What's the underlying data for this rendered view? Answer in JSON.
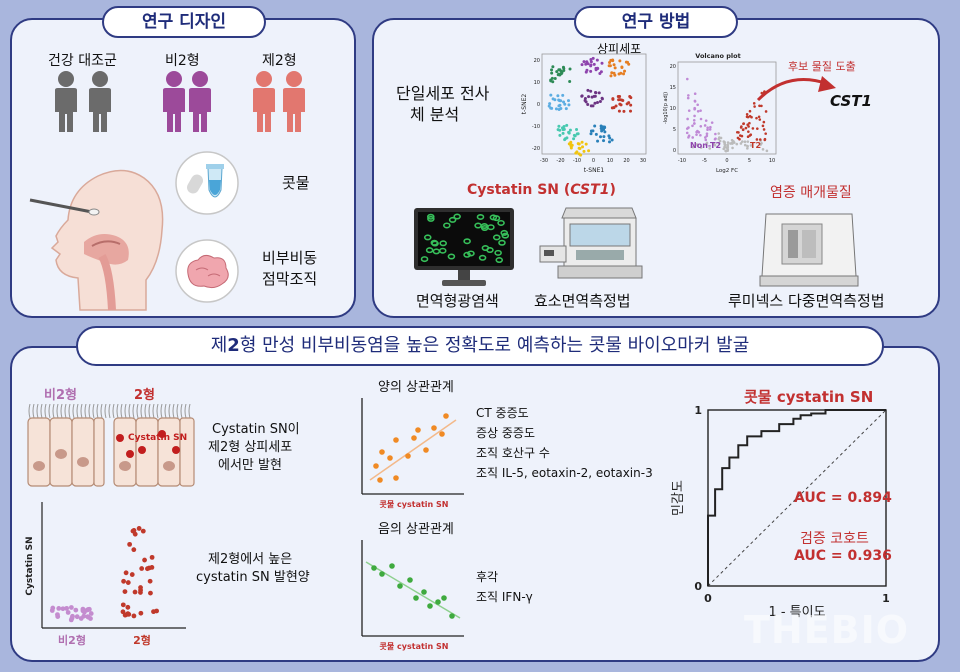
{
  "design": {
    "title": "연구 디자인",
    "groups": [
      "건강 대조군",
      "비2형",
      "제2형"
    ],
    "sample_snot": "콧물",
    "sample_tissue_1": "비부비동",
    "sample_tissue_2": "점막조직"
  },
  "methods": {
    "title": "연구 방법",
    "sc_line1": "단일세포 전사",
    "sc_line2": "체 분석",
    "tsne_title": "상피세포",
    "tsne_xlabel": "t-SNE1",
    "tsne_ylabel": "t-SNE2",
    "tsne_xticks": [
      "-30",
      "-20",
      "-10",
      "0",
      "10",
      "20",
      "30"
    ],
    "tsne_yticks": [
      "20",
      "10",
      "0",
      "-10",
      "-20"
    ],
    "volcano_title": "Volcano plot",
    "volcano_xlabel": "Log2 FC",
    "volcano_ylabel": "-log10(p adj)",
    "volcano_xticks": [
      "-10",
      "-5",
      "0",
      "5",
      "10"
    ],
    "volcano_yticks": [
      "20",
      "15",
      "10",
      "5",
      "0"
    ],
    "volcano_left": "Non-T2",
    "volcano_right": "T2",
    "candidate_label": "후보 물질 도출",
    "candidate_gene": "CST1",
    "cystatin_pre": "Cystatin SN (",
    "cystatin_gene": "CST1",
    "cystatin_post": ")",
    "mediators": "염증 매개물질",
    "method_if": "면역형광염색",
    "method_elisa": "효소면역측정법",
    "method_luminex": "루미넥스 다중면역측정법"
  },
  "banner": {
    "pre": "제",
    "bold": "2",
    "post": "형 만성 비부비동염을 높은 정확도로 예측하는 콧물 바이오마커 발굴"
  },
  "results": {
    "epi_label_non": "비2형",
    "epi_label_t2": "2형",
    "epi_cell_label": "Cystatin SN",
    "epi_text_1": "Cystatin SN이",
    "epi_text_2": "제2형 상피세포",
    "epi_text_3": "에서만 발현",
    "dot_ylabel": "Cystatin SN",
    "dot_x_non": "비2형",
    "dot_x_t2": "2형",
    "dot_text_1": "제2형에서 높은",
    "dot_text_2": "cystatin SN 발현양",
    "pos_title": "양의 상관관계",
    "pos_xlabel": "콧물 cystatin SN",
    "pos_items": [
      "CT 중증도",
      "증상 중증도",
      "조직 호산구 수",
      "조직 IL-5, eotaxin-2, eotaxin-3"
    ],
    "neg_title": "음의 상관관계",
    "neg_xlabel": "콧물 cystatin SN",
    "neg_items": [
      "후각",
      "조직 IFN-γ"
    ],
    "roc_title": "콧물 cystatin SN",
    "roc_ylabel": "민감도",
    "roc_xlabel": "1 - 특이도",
    "roc_auc": "AUC = 0.894",
    "roc_val_title": "검증 코호트",
    "roc_val_auc": "AUC = 0.936",
    "roc_tick_1": "1",
    "roc_tick_0": "0",
    "roc_tick_x1": "1"
  },
  "watermark": "THEBIO",
  "colors": {
    "border": "#2f3b83",
    "panel": "#eef2fb",
    "background": "#a9b6dd",
    "healthy": "#6b6b6b",
    "non_t2": "#9c4a9a",
    "t2": "#e2776f",
    "accent_red": "#c23030",
    "pos_dot": "#f08a24",
    "neg_dot": "#3faa3f"
  },
  "chart_data": [
    {
      "type": "line",
      "title": "콧물 cystatin SN",
      "xlabel": "1 - 특이도",
      "ylabel": "민감도",
      "xlim": [
        0,
        1
      ],
      "ylim": [
        0,
        1
      ],
      "x": [
        0,
        0,
        0.04,
        0.04,
        0.08,
        0.08,
        0.12,
        0.12,
        0.17,
        0.17,
        0.22,
        0.22,
        0.3,
        0.3,
        0.4,
        0.4,
        0.48,
        0.48,
        0.52,
        0.52,
        0.58,
        0.58,
        0.66,
        0.66,
        0.75,
        1
      ],
      "y": [
        0,
        0.4,
        0.4,
        0.55,
        0.55,
        0.67,
        0.67,
        0.73,
        0.73,
        0.8,
        0.8,
        0.85,
        0.85,
        0.88,
        0.88,
        0.92,
        0.92,
        0.95,
        0.95,
        0.97,
        0.97,
        0.98,
        0.98,
        1,
        1,
        1
      ],
      "annotations": [
        "AUC = 0.894",
        "검증 코호트",
        "AUC = 0.936"
      ]
    }
  ]
}
